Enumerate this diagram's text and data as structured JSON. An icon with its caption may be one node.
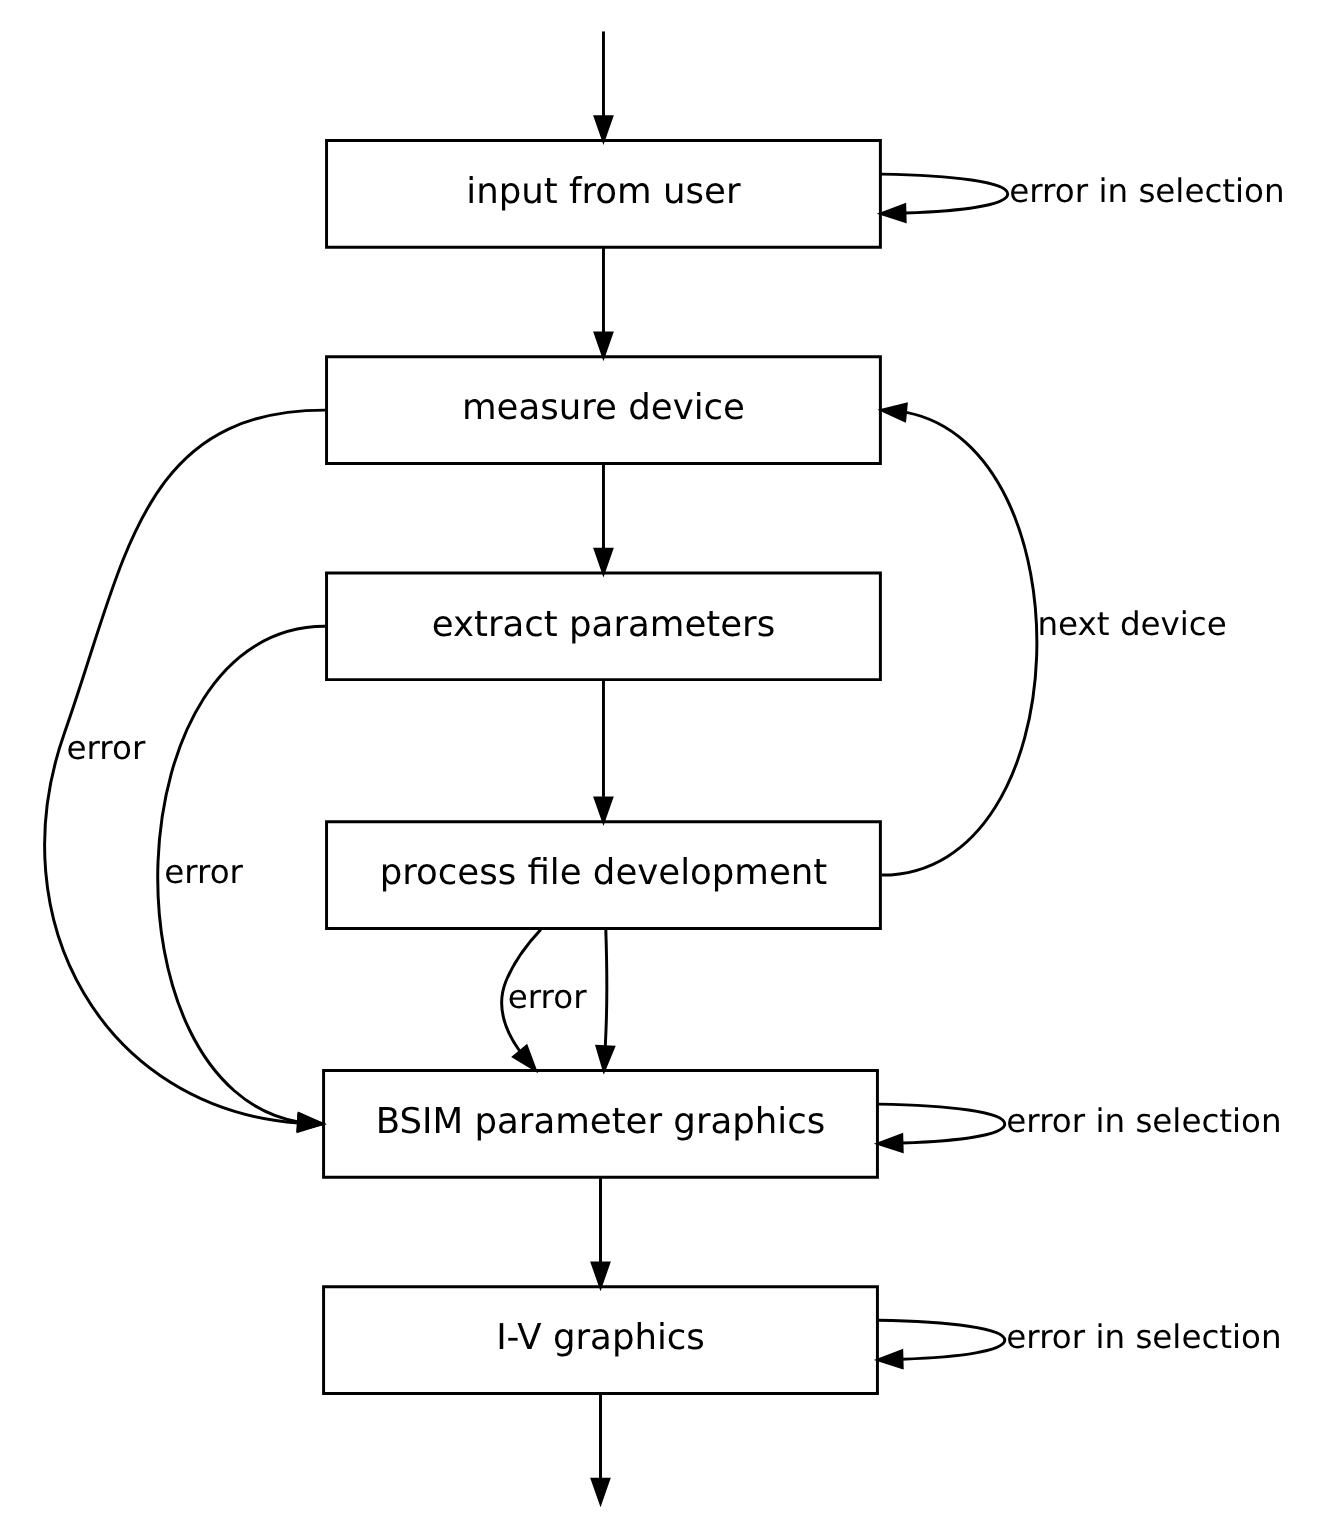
{
  "diagram": {
    "nodes": [
      {
        "text": [
          "input from user"
        ]
      },
      {
        "text": [
          "measure device"
        ]
      },
      {
        "text": [
          "extract parameters"
        ]
      },
      {
        "text": [
          "process file development"
        ]
      },
      {
        "text": [
          "BSIM parameter graphics"
        ]
      },
      {
        "text": [
          "I-V graphics"
        ]
      }
    ],
    "edges": [
      {
        "from": null,
        "to": 0,
        "arrow": "to"
      },
      {
        "from": 0,
        "to": 0,
        "arrow": "to",
        "label": "error in selection"
      },
      {
        "from": 0,
        "to": 1,
        "arrow": "to"
      },
      {
        "from": 3,
        "to": 1,
        "arrow": "to",
        "label": "next device"
      },
      {
        "from": 1,
        "to": 2,
        "arrow": "to"
      },
      {
        "from": 1,
        "to": 4,
        "arrow": "to",
        "label": "error"
      },
      {
        "from": 2,
        "to": 3,
        "arrow": "to"
      },
      {
        "from": 2,
        "to": 4,
        "arrow": "to",
        "label": "error"
      },
      {
        "from": 3,
        "to": 4,
        "arrow": "to",
        "label": "error"
      },
      {
        "from": 3,
        "to": 4,
        "arrow": "to"
      },
      {
        "from": 4,
        "to": 4,
        "arrow": "to",
        "label": "error in selection"
      },
      {
        "from": 4,
        "to": 5,
        "arrow": "to"
      },
      {
        "from": 5,
        "to": 5,
        "arrow": "to",
        "label": "error in selection"
      },
      {
        "from": 5,
        "to": null,
        "arrow": "to"
      }
    ]
  }
}
